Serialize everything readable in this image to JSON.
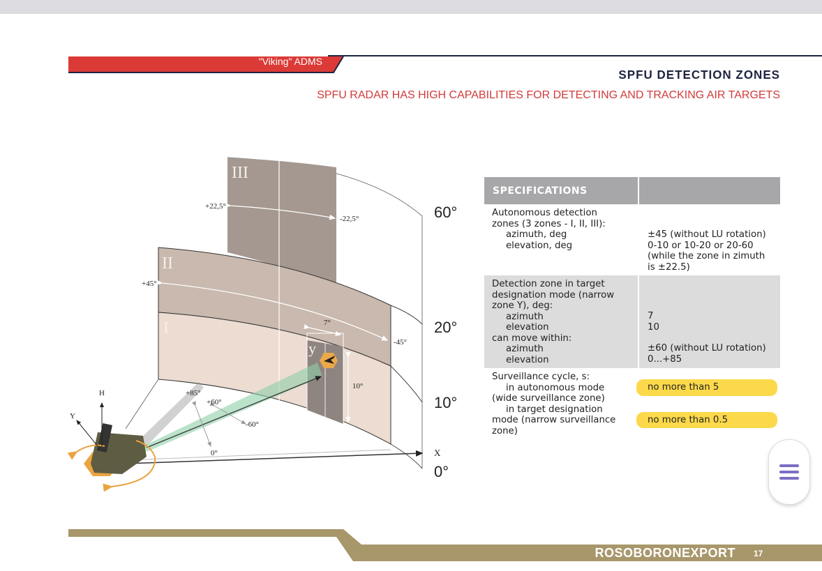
{
  "header": {
    "brand_tag": "\"Viking\" ADMS",
    "title": "SPFU DETECTION ZONES",
    "subtitle": "SPFU RADAR HAS HIGH CAPABILITIES FOR DETECTING AND TRACKING AIR TARGETS"
  },
  "diagram": {
    "zones": [
      "I",
      "II",
      "III"
    ],
    "narrow_zone": "y",
    "elevation_labels": [
      "60°",
      "20°",
      "10°",
      "0°"
    ],
    "angle_labels": {
      "plus_22_5": "+22,5°",
      "minus_22_5": "-22,5°",
      "plus_45": "+45°",
      "minus_45": "-45°",
      "az_7": "7°",
      "el_10": "10°",
      "plus_85": "+85°",
      "plus_60": "+60°",
      "minus_60": "-60°",
      "zero": "0°"
    },
    "axes": {
      "h": "H",
      "y": "Y",
      "x": "X"
    }
  },
  "specs": {
    "header": "SPECIFICATIONS",
    "rows": [
      {
        "left": [
          "Autonomous detection",
          "zones (3 zones - I, II, III):"
        ],
        "left_indented": [
          "azimuth, deg",
          "elevation, deg"
        ],
        "right": [
          "±45 (without LU rotation)",
          "0-10 or 10-20 or 20-60",
          "(while the zone in zimuth",
          "is ±22.5)"
        ]
      },
      {
        "left": [
          "Detection zone in target",
          "designation mode (narrow",
          "zone Y), deg:"
        ],
        "left_indented": [
          "azimuth",
          "elevation"
        ],
        "left2": "can move within:",
        "left2_indented": [
          "azimuth",
          "elevation"
        ],
        "right": [
          "7",
          "10",
          "±60 (without LU rotation)",
          "0...+85"
        ]
      },
      {
        "left": "Surveillance cycle, s:",
        "left_a": "in autonomous mode",
        "left_b": "(wide surveillance zone)",
        "left_c": "in target designation",
        "left_d": "mode (narrow surveillance",
        "left_e": "zone)",
        "right": [
          "no more than 5",
          "no more than 0.5"
        ]
      }
    ]
  },
  "footer": {
    "brand": "ROSOBORONEXPORT",
    "page": "17"
  },
  "colors": {
    "red": "#dc3a36",
    "navy": "#1e2440",
    "gold": "#a8976b",
    "highlight": "#fcd94a",
    "menu": "#7b6cc4"
  }
}
